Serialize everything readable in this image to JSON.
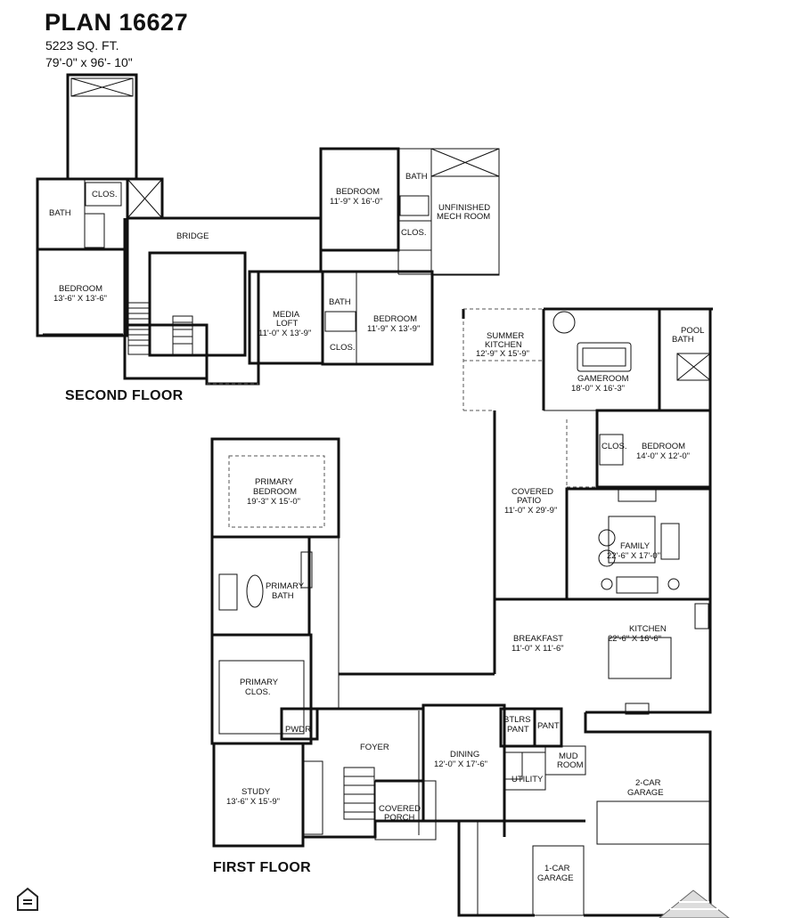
{
  "header": {
    "plan_name": "PLAN 16627",
    "square_feet": "5223 SQ. FT.",
    "dimensions": "79'-0\" x 96'- 10\""
  },
  "floors": {
    "second": "SECOND FLOOR",
    "first": "FIRST FLOOR"
  },
  "rooms": {
    "bedroom_left": {
      "name": "BEDROOM",
      "size": "13'-6\" X 13'-6\""
    },
    "bath_left": {
      "name": "BATH"
    },
    "clos_left": {
      "name": "CLOS."
    },
    "bridge": {
      "name": "BRIDGE"
    },
    "bedroom_top": {
      "name": "BEDROOM",
      "size": "11'-9\" X 16'-0\""
    },
    "bath_top": {
      "name": "BATH"
    },
    "clos_top": {
      "name": "CLOS."
    },
    "unfinished": {
      "line1": "UNFINISHED",
      "line2": "MECH ROOM"
    },
    "media_loft": {
      "line1": "MEDIA",
      "line2": "LOFT",
      "size": "11'-0\" X 13'-9\""
    },
    "bath_mid": {
      "name": "BATH"
    },
    "clos_mid": {
      "name": "CLOS."
    },
    "bedroom_mid": {
      "name": "BEDROOM",
      "size": "11'-9\" X 13'-9\""
    },
    "summer_kitchen": {
      "line1": "SUMMER",
      "line2": "KITCHEN",
      "size": "12'-9\" X 15'-9\""
    },
    "gameroom": {
      "name": "GAMEROOM",
      "size": "18'-0\" X 16'-3\""
    },
    "pool_bath": {
      "line1": "POOL",
      "line2": "BATH"
    },
    "clos_right": {
      "name": "CLOS."
    },
    "bedroom_right": {
      "name": "BEDROOM",
      "size": "14'-0\" X 12'-0\""
    },
    "primary_bedroom": {
      "line1": "PRIMARY",
      "line2": "BEDROOM",
      "size": "19'-3\" X 15'-0\""
    },
    "covered_patio": {
      "line1": "COVERED",
      "line2": "PATIO",
      "size": "11'-0\" X 29'-9\""
    },
    "family": {
      "name": "FAMILY",
      "size": "22'-6\" X 17'-0\""
    },
    "primary_bath": {
      "line1": "PRIMARY",
      "line2": "BATH"
    },
    "breakfast": {
      "name": "BREAKFAST",
      "size": "11'-0\" X 11'-6\""
    },
    "kitchen": {
      "name": "KITCHEN",
      "size": "22'-6\" X 16'-6\""
    },
    "primary_clos": {
      "line1": "PRIMARY",
      "line2": "CLOS."
    },
    "pwdr": {
      "name": "PWDR"
    },
    "foyer": {
      "name": "FOYER"
    },
    "btlrs_pant": {
      "line1": "BTLRS",
      "line2": "PANT"
    },
    "pant": {
      "name": "PANT"
    },
    "dining": {
      "name": "DINING",
      "size": "12'-0\" X 17'-6\""
    },
    "mud_room": {
      "line1": "MUD",
      "line2": "ROOM"
    },
    "utility": {
      "name": "UTILITY"
    },
    "garage2": {
      "line1": "2-CAR",
      "line2": "GARAGE"
    },
    "study": {
      "name": "STUDY",
      "size": "13'-6\" X 15'-9\""
    },
    "covered_porch": {
      "line1": "COVERED",
      "line2": "PORCH"
    },
    "garage1": {
      "line1": "1-CAR",
      "line2": "GARAGE"
    }
  },
  "icons": [
    "equal-housing-icon",
    "builder-logo-icon"
  ]
}
